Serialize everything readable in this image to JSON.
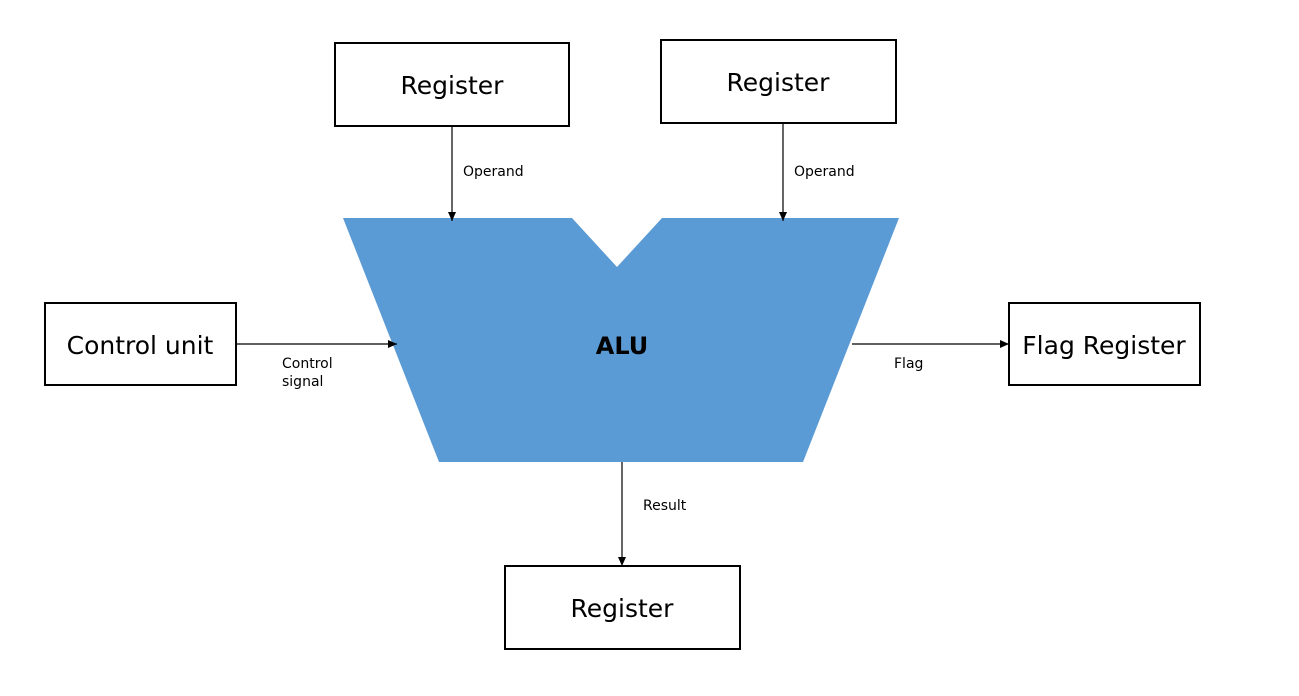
{
  "nodes": {
    "register_top_left": {
      "label": "Register"
    },
    "register_top_right": {
      "label": "Register"
    },
    "control_unit": {
      "label": "Control unit"
    },
    "alu": {
      "label": "ALU",
      "color": "#5b9bd5"
    },
    "flag_register": {
      "label": "Flag Register"
    },
    "register_bottom": {
      "label": "Register"
    }
  },
  "edges": {
    "operand_left": {
      "label": "Operand"
    },
    "operand_right": {
      "label": "Operand"
    },
    "control_signal": {
      "label_line1": "Control",
      "label_line2": "signal"
    },
    "flag": {
      "label": "Flag"
    },
    "result": {
      "label": "Result"
    }
  }
}
